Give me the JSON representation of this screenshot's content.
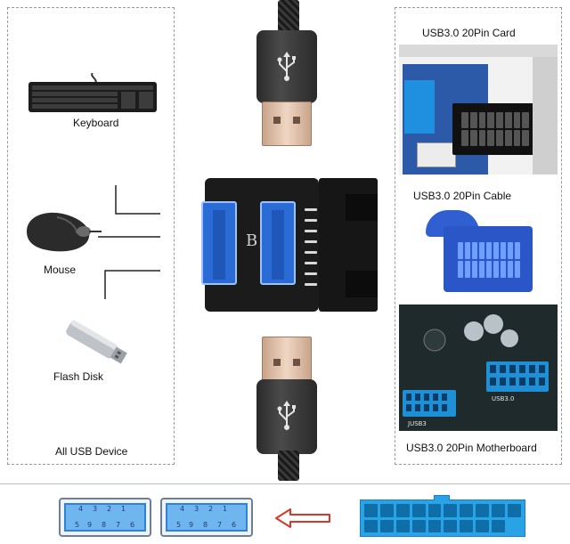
{
  "left_panel": {
    "keyboard_label": "Keyboard",
    "mouse_label": "Mouse",
    "flash_disk_label": "Flash Disk",
    "footer_label": "All USB Device"
  },
  "center": {
    "adapter_logo": "B"
  },
  "right_panel": {
    "card_label": "USB3.0 20Pin Card",
    "cable_label": "USB3.0 20Pin Cable",
    "motherboard_label": "USB3.0 20Pin Motherboard",
    "board_markings": [
      "USB3.0",
      "JUSB3"
    ]
  },
  "bottom": {
    "port_pin_labels": [
      "1",
      "2",
      "3",
      "4",
      "5",
      "6",
      "7",
      "8",
      "9"
    ],
    "arrow": "left-arrow-outline",
    "accent_colors": {
      "port_blue": "#2f83d6",
      "header_blue": "#2aa3e6",
      "arrow_red": "#d9362b"
    }
  }
}
